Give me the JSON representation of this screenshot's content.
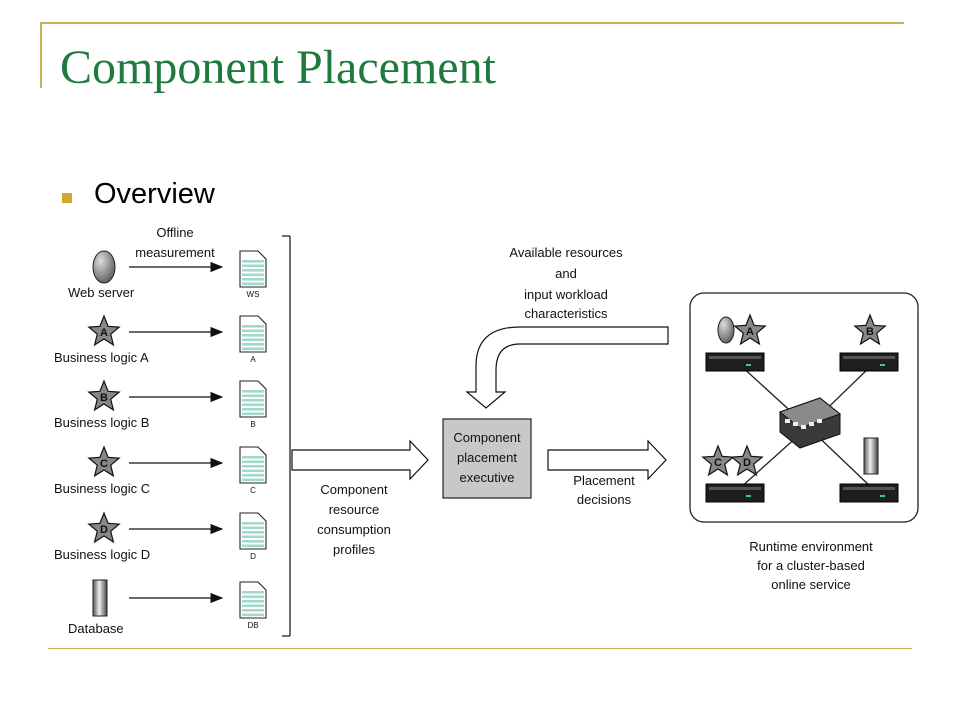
{
  "slide": {
    "title": "Component Placement",
    "bullet": "Overview"
  },
  "diagram": {
    "components": [
      {
        "label": "Web server",
        "shape": "ellipse",
        "badge": "",
        "file": "WS"
      },
      {
        "label": "Business logic A",
        "shape": "star",
        "badge": "A",
        "file": "A"
      },
      {
        "label": "Business logic B",
        "shape": "star",
        "badge": "B",
        "file": "B"
      },
      {
        "label": "Business logic C",
        "shape": "star",
        "badge": "C",
        "file": "C"
      },
      {
        "label": "Business logic D",
        "shape": "star",
        "badge": "D",
        "file": "D"
      },
      {
        "label": "Database",
        "shape": "cylinder",
        "badge": "",
        "file": "DB"
      }
    ],
    "offline_label": [
      "Offline",
      "measurement"
    ],
    "available_label": [
      "Available resources",
      "and",
      "input workload",
      "characteristics"
    ],
    "profiles_label": [
      "Component",
      "resource",
      "consumption",
      "profiles"
    ],
    "executive_label": [
      "Component",
      "placement",
      "executive"
    ],
    "decisions_label": [
      "Placement",
      "decisions"
    ],
    "runtime_label": [
      "Runtime environment",
      "for a cluster-based",
      "online service"
    ],
    "cluster_badges": {
      "top_left": "A",
      "top_right": "B",
      "bottom_left": [
        "C",
        "D"
      ]
    },
    "colors": {
      "file_stripe": "#a3d8cc",
      "executive_fill": "#c8c8c8",
      "title": "#1f7a3f",
      "rule": "#c9b454",
      "bullet": "#d4a82a"
    }
  }
}
